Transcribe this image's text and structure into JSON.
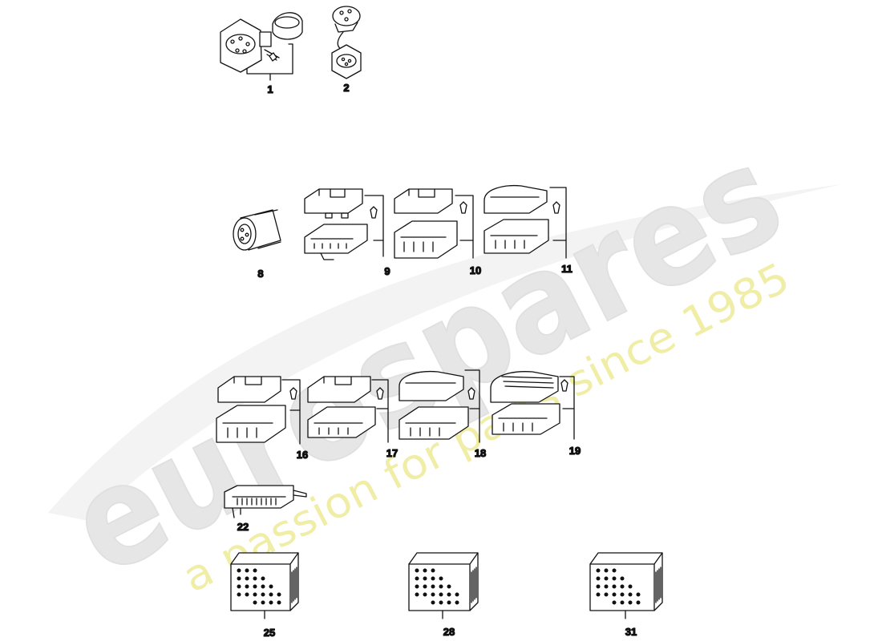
{
  "watermark": {
    "brand": "eurospares",
    "tagline": "a passion for parts since 1985",
    "brand_color": "#e6e6e6",
    "tagline_color": "#f0eea6"
  },
  "parts": [
    {
      "id": "part-1",
      "label": "1",
      "icon": "round-connector-set-icon"
    },
    {
      "id": "part-2",
      "label": "2",
      "icon": "round-connector-pair-icon"
    },
    {
      "id": "part-8",
      "label": "8",
      "icon": "round-socket-icon"
    },
    {
      "id": "part-9",
      "label": "9",
      "icon": "flat-connector-set-icon"
    },
    {
      "id": "part-10",
      "label": "10",
      "icon": "flat-connector-set-icon"
    },
    {
      "id": "part-11",
      "label": "11",
      "icon": "flat-connector-set-icon"
    },
    {
      "id": "part-16",
      "label": "16",
      "icon": "flat-connector-set-icon"
    },
    {
      "id": "part-17",
      "label": "17",
      "icon": "flat-connector-set-icon"
    },
    {
      "id": "part-18",
      "label": "18",
      "icon": "flat-connector-set-icon"
    },
    {
      "id": "part-19",
      "label": "19",
      "icon": "flat-connector-set-icon"
    },
    {
      "id": "part-22",
      "label": "22",
      "icon": "strip-connector-icon"
    },
    {
      "id": "part-25",
      "label": "25",
      "icon": "block-connector-icon"
    },
    {
      "id": "part-28",
      "label": "28",
      "icon": "block-connector-icon"
    },
    {
      "id": "part-31",
      "label": "31",
      "icon": "block-connector-icon"
    }
  ]
}
